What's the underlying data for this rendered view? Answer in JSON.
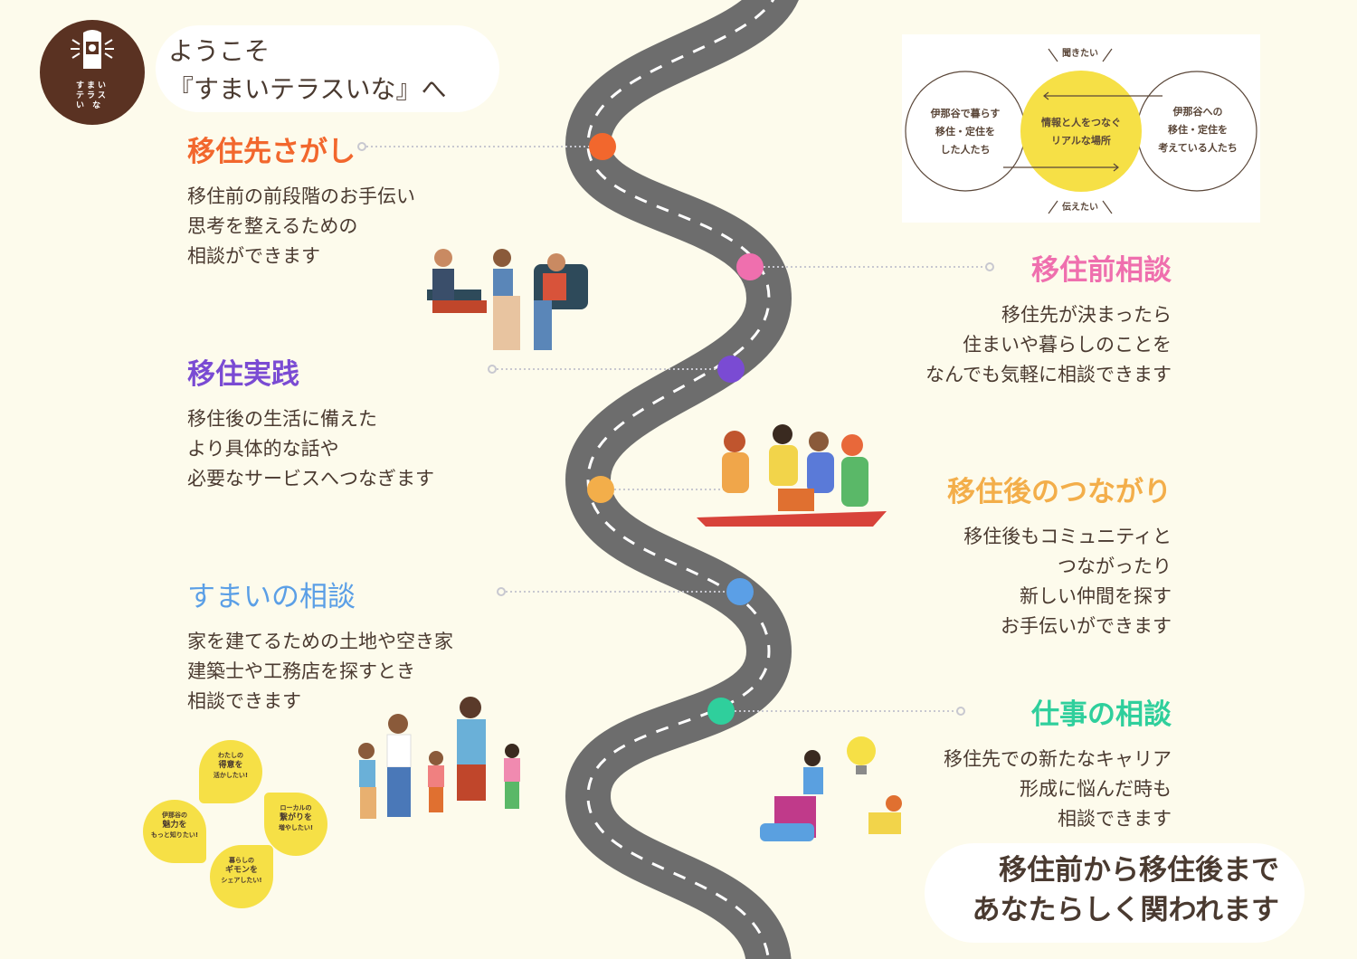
{
  "logo": {
    "text": "すまいテラスいな",
    "lines": [
      "すまい",
      "テラス",
      "い な"
    ]
  },
  "welcome": {
    "line1": "ようこそ",
    "line2": "『すまいテラスいな』へ"
  },
  "sections": [
    {
      "title": "移住先さがし",
      "body": [
        "移住前の前段階のお手伝い",
        "思考を整えるための",
        "相談ができます"
      ],
      "color": "#f2672d"
    },
    {
      "title": "移住前相談",
      "body": [
        "移住先が決まったら",
        "住まいや暮らしのことを",
        "なんでも気軽に相談できます"
      ],
      "color": "#ef6fae"
    },
    {
      "title": "移住実践",
      "body": [
        "移住後の生活に備えた",
        "より具体的な話や",
        "必要なサービスへつなぎます"
      ],
      "color": "#7a4bd3"
    },
    {
      "title": "移住後のつながり",
      "body": [
        "移住後もコミュニティと",
        "つながったり",
        "新しい仲間を探す",
        "お手伝いができます"
      ],
      "color": "#f3ae4a"
    },
    {
      "title": "すまいの相談",
      "body": [
        "家を建てるための土地や空き家",
        "建築士や工務店を探すとき",
        "相談できます"
      ],
      "color": "#5b9fe6"
    },
    {
      "title": "仕事の相談",
      "body": [
        "移住先での新たなキャリア",
        "形成に悩んだ時も",
        "相談できます"
      ],
      "color": "#2fcf9c"
    }
  ],
  "diagram": {
    "top": "聞きたい",
    "bottom": "伝えたい",
    "left": [
      "伊那谷で暮らす",
      "移住・定住を",
      "した人たち"
    ],
    "center": [
      "情報と人をつなぐ",
      "リアルな場所"
    ],
    "right": [
      "伊那谷への",
      "移住・定住を",
      "考えている人たち"
    ]
  },
  "bubbles": [
    [
      "わたしの",
      "得意を",
      "活かしたい!"
    ],
    [
      "伊那谷の",
      "魅力を",
      "もっと知りたい!"
    ],
    [
      "ローカルの",
      "繋がりを",
      "増やしたい!"
    ],
    [
      "暮らしの",
      "ギモンを",
      "シェアしたい!"
    ]
  ],
  "tagline": {
    "line1": "移住前から移住後まで",
    "line2": "あなたらしく関われます"
  },
  "colors": {
    "background": "#fdfbec",
    "road": "#6d6d6d",
    "brown": "#5a3222",
    "yellow": "#f6e046"
  }
}
